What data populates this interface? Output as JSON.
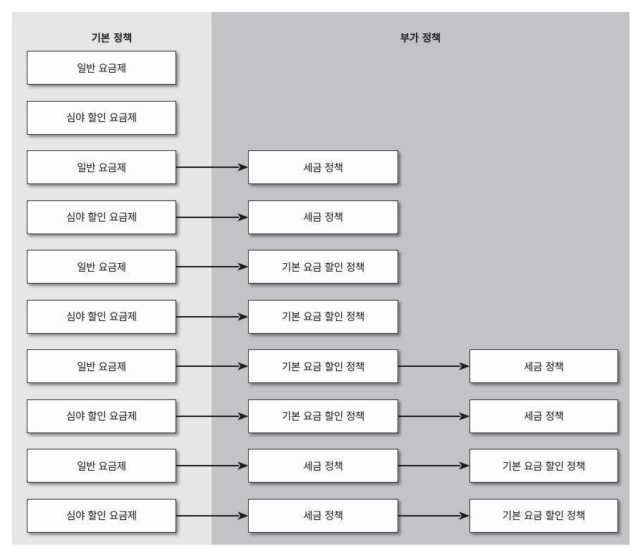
{
  "diagram": {
    "title_left": "기본 정책",
    "title_right": "부가 정책",
    "colors": {
      "panel_left_bg": "#e6e6e6",
      "panel_right_bg": "#c3c3c5",
      "node_bg": "#fdfdfd",
      "node_border": "#333333",
      "text": "#121212",
      "arrow": "#1a1a1a",
      "canvas_bg": "#ffffff"
    },
    "columns": [
      {
        "id": "col1",
        "group": "기본 정책"
      },
      {
        "id": "col2",
        "group": "부가 정책"
      },
      {
        "id": "col3",
        "group": "부가 정책"
      }
    ],
    "rows": [
      {
        "index": 1,
        "col1": "일반 요금제",
        "col2": null,
        "col3": null,
        "arrow1": false,
        "arrow2": false
      },
      {
        "index": 2,
        "col1": "심야 할인 요금제",
        "col2": null,
        "col3": null,
        "arrow1": false,
        "arrow2": false
      },
      {
        "index": 3,
        "col1": "일반 요금제",
        "col2": "세금 정책",
        "col3": null,
        "arrow1": true,
        "arrow2": false
      },
      {
        "index": 4,
        "col1": "심야 할인 요금제",
        "col2": "세금 정책",
        "col3": null,
        "arrow1": true,
        "arrow2": false
      },
      {
        "index": 5,
        "col1": "일반 요금제",
        "col2": "기본 요금 할인 정책",
        "col3": null,
        "arrow1": true,
        "arrow2": false
      },
      {
        "index": 6,
        "col1": "심야 할인 요금제",
        "col2": "기본 요금 할인 정책",
        "col3": null,
        "arrow1": true,
        "arrow2": false
      },
      {
        "index": 7,
        "col1": "일반 요금제",
        "col2": "기본 요금 할인 정책",
        "col3": "세금 정책",
        "arrow1": true,
        "arrow2": true
      },
      {
        "index": 8,
        "col1": "심야 할인 요금제",
        "col2": "기본 요금 할인 정책",
        "col3": "세금 정책",
        "arrow1": true,
        "arrow2": true
      },
      {
        "index": 9,
        "col1": "일반 요금제",
        "col2": "세금 정책",
        "col3": "기본 요금 할인 정책",
        "arrow1": true,
        "arrow2": true
      },
      {
        "index": 10,
        "col1": "심야 할인 요금제",
        "col2": "세금 정책",
        "col3": "기본 요금 할인 정책",
        "arrow1": true,
        "arrow2": true
      }
    ]
  }
}
